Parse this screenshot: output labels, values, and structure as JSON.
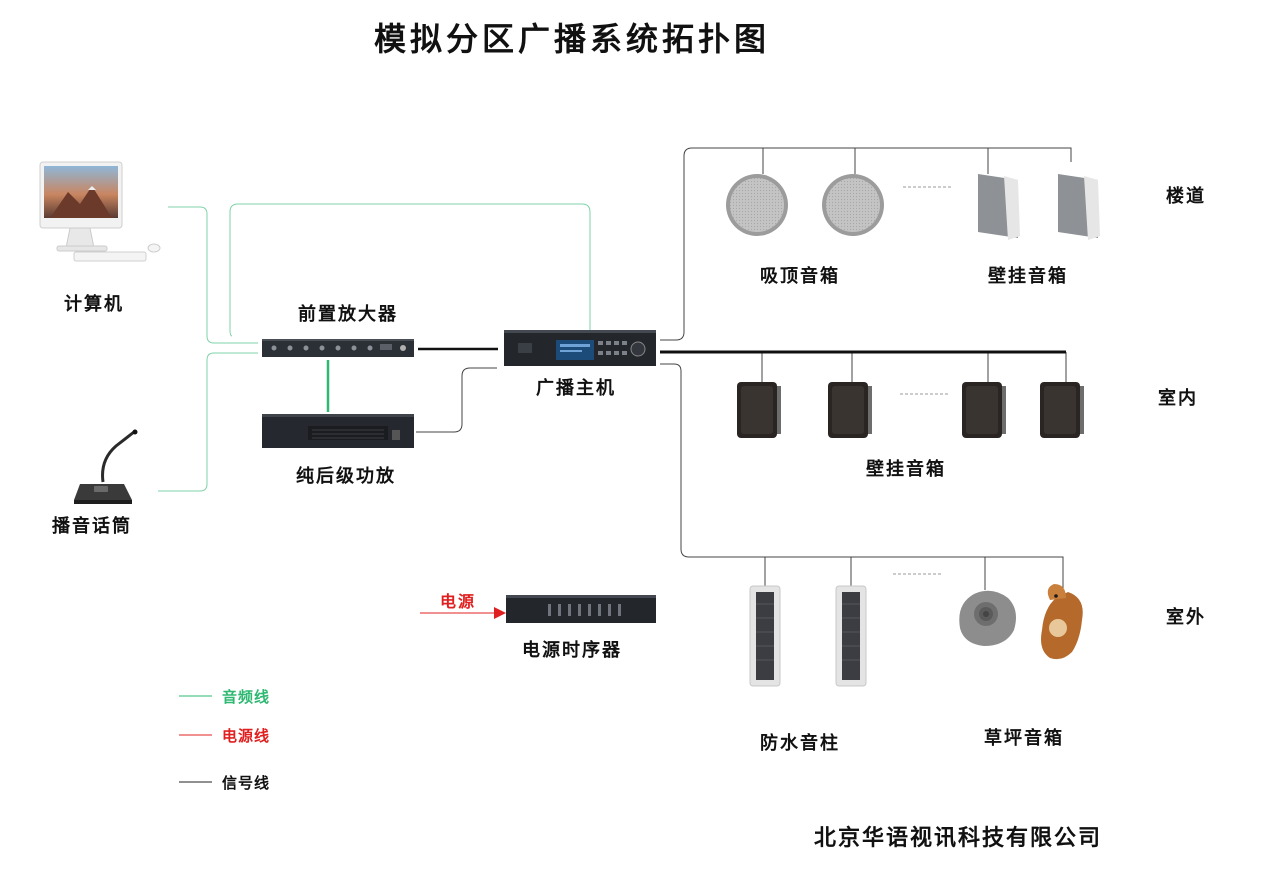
{
  "title": "模拟分区广播系统拓扑图",
  "devices": {
    "computer": "计算机",
    "preamp": "前置放大器",
    "broadcast_host": "广播主机",
    "power_amp": "纯后级功放",
    "paging_mic": "播音话筒",
    "power_sequencer": "电源时序器",
    "power_input": "电源"
  },
  "zones": {
    "stairway": {
      "label": "楼道",
      "ceiling_speaker": "吸顶音箱",
      "wall_speaker": "壁挂音箱"
    },
    "indoor": {
      "label": "室内",
      "wall_speaker": "壁挂音箱"
    },
    "outdoor": {
      "label": "室外",
      "column_speaker": "防水音柱",
      "lawn_speaker": "草坪音箱"
    }
  },
  "legend": {
    "audio": "音频线",
    "power": "电源线",
    "signal": "信号线"
  },
  "colors": {
    "audio": "#2eb872",
    "power": "#e02020",
    "signal": "#222222"
  },
  "company": "北京华语视讯科技有限公司"
}
